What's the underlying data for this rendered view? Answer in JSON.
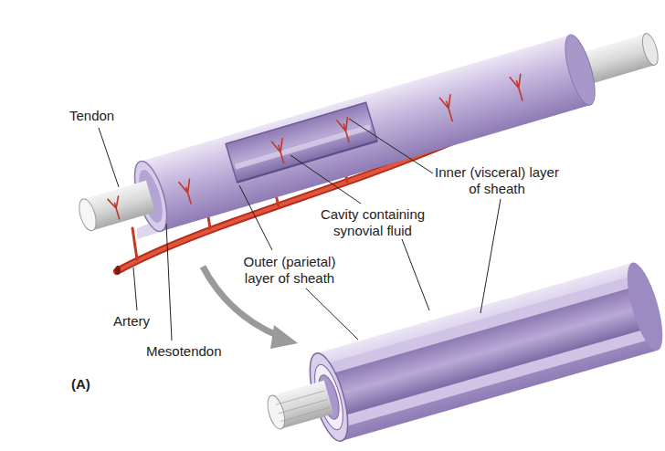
{
  "diagram": {
    "labels": [
      "Tendon",
      "Inner (visceral) layer of sheath",
      "Cavity containing synovial fluid",
      "Outer (parietal) layer of sheath",
      "Artery",
      "Mesotendon",
      "(A)"
    ]
  }
}
